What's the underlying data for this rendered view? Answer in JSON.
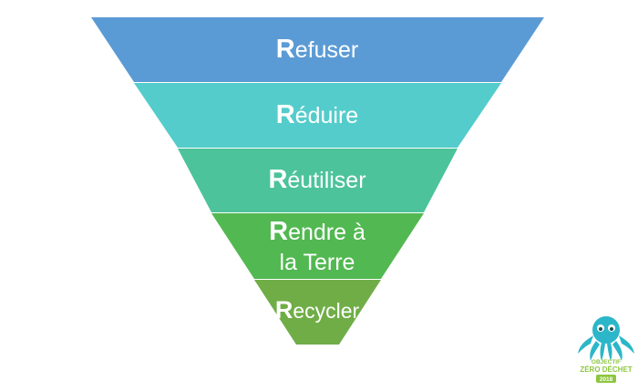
{
  "pyramid": {
    "levels": [
      {
        "initial": "R",
        "rest": "efuser",
        "color": "#5B9BD5"
      },
      {
        "initial": "R",
        "rest": "éduire",
        "color": "#55CCCC"
      },
      {
        "initial": "R",
        "rest": "éutiliser",
        "color": "#4CC39B"
      },
      {
        "initial": "R",
        "rest": "endre à",
        "line2": "la Terre",
        "color": "#52B851"
      },
      {
        "initial": "R",
        "rest": "ecycler",
        "color": "#70AD47"
      }
    ]
  },
  "logo": {
    "line1": "OBJECTIF",
    "line2": "ZÉRO DÉCHET",
    "line3": "2018",
    "color_octopus": "#2BB7C9",
    "color_text": "#8DC63F"
  }
}
